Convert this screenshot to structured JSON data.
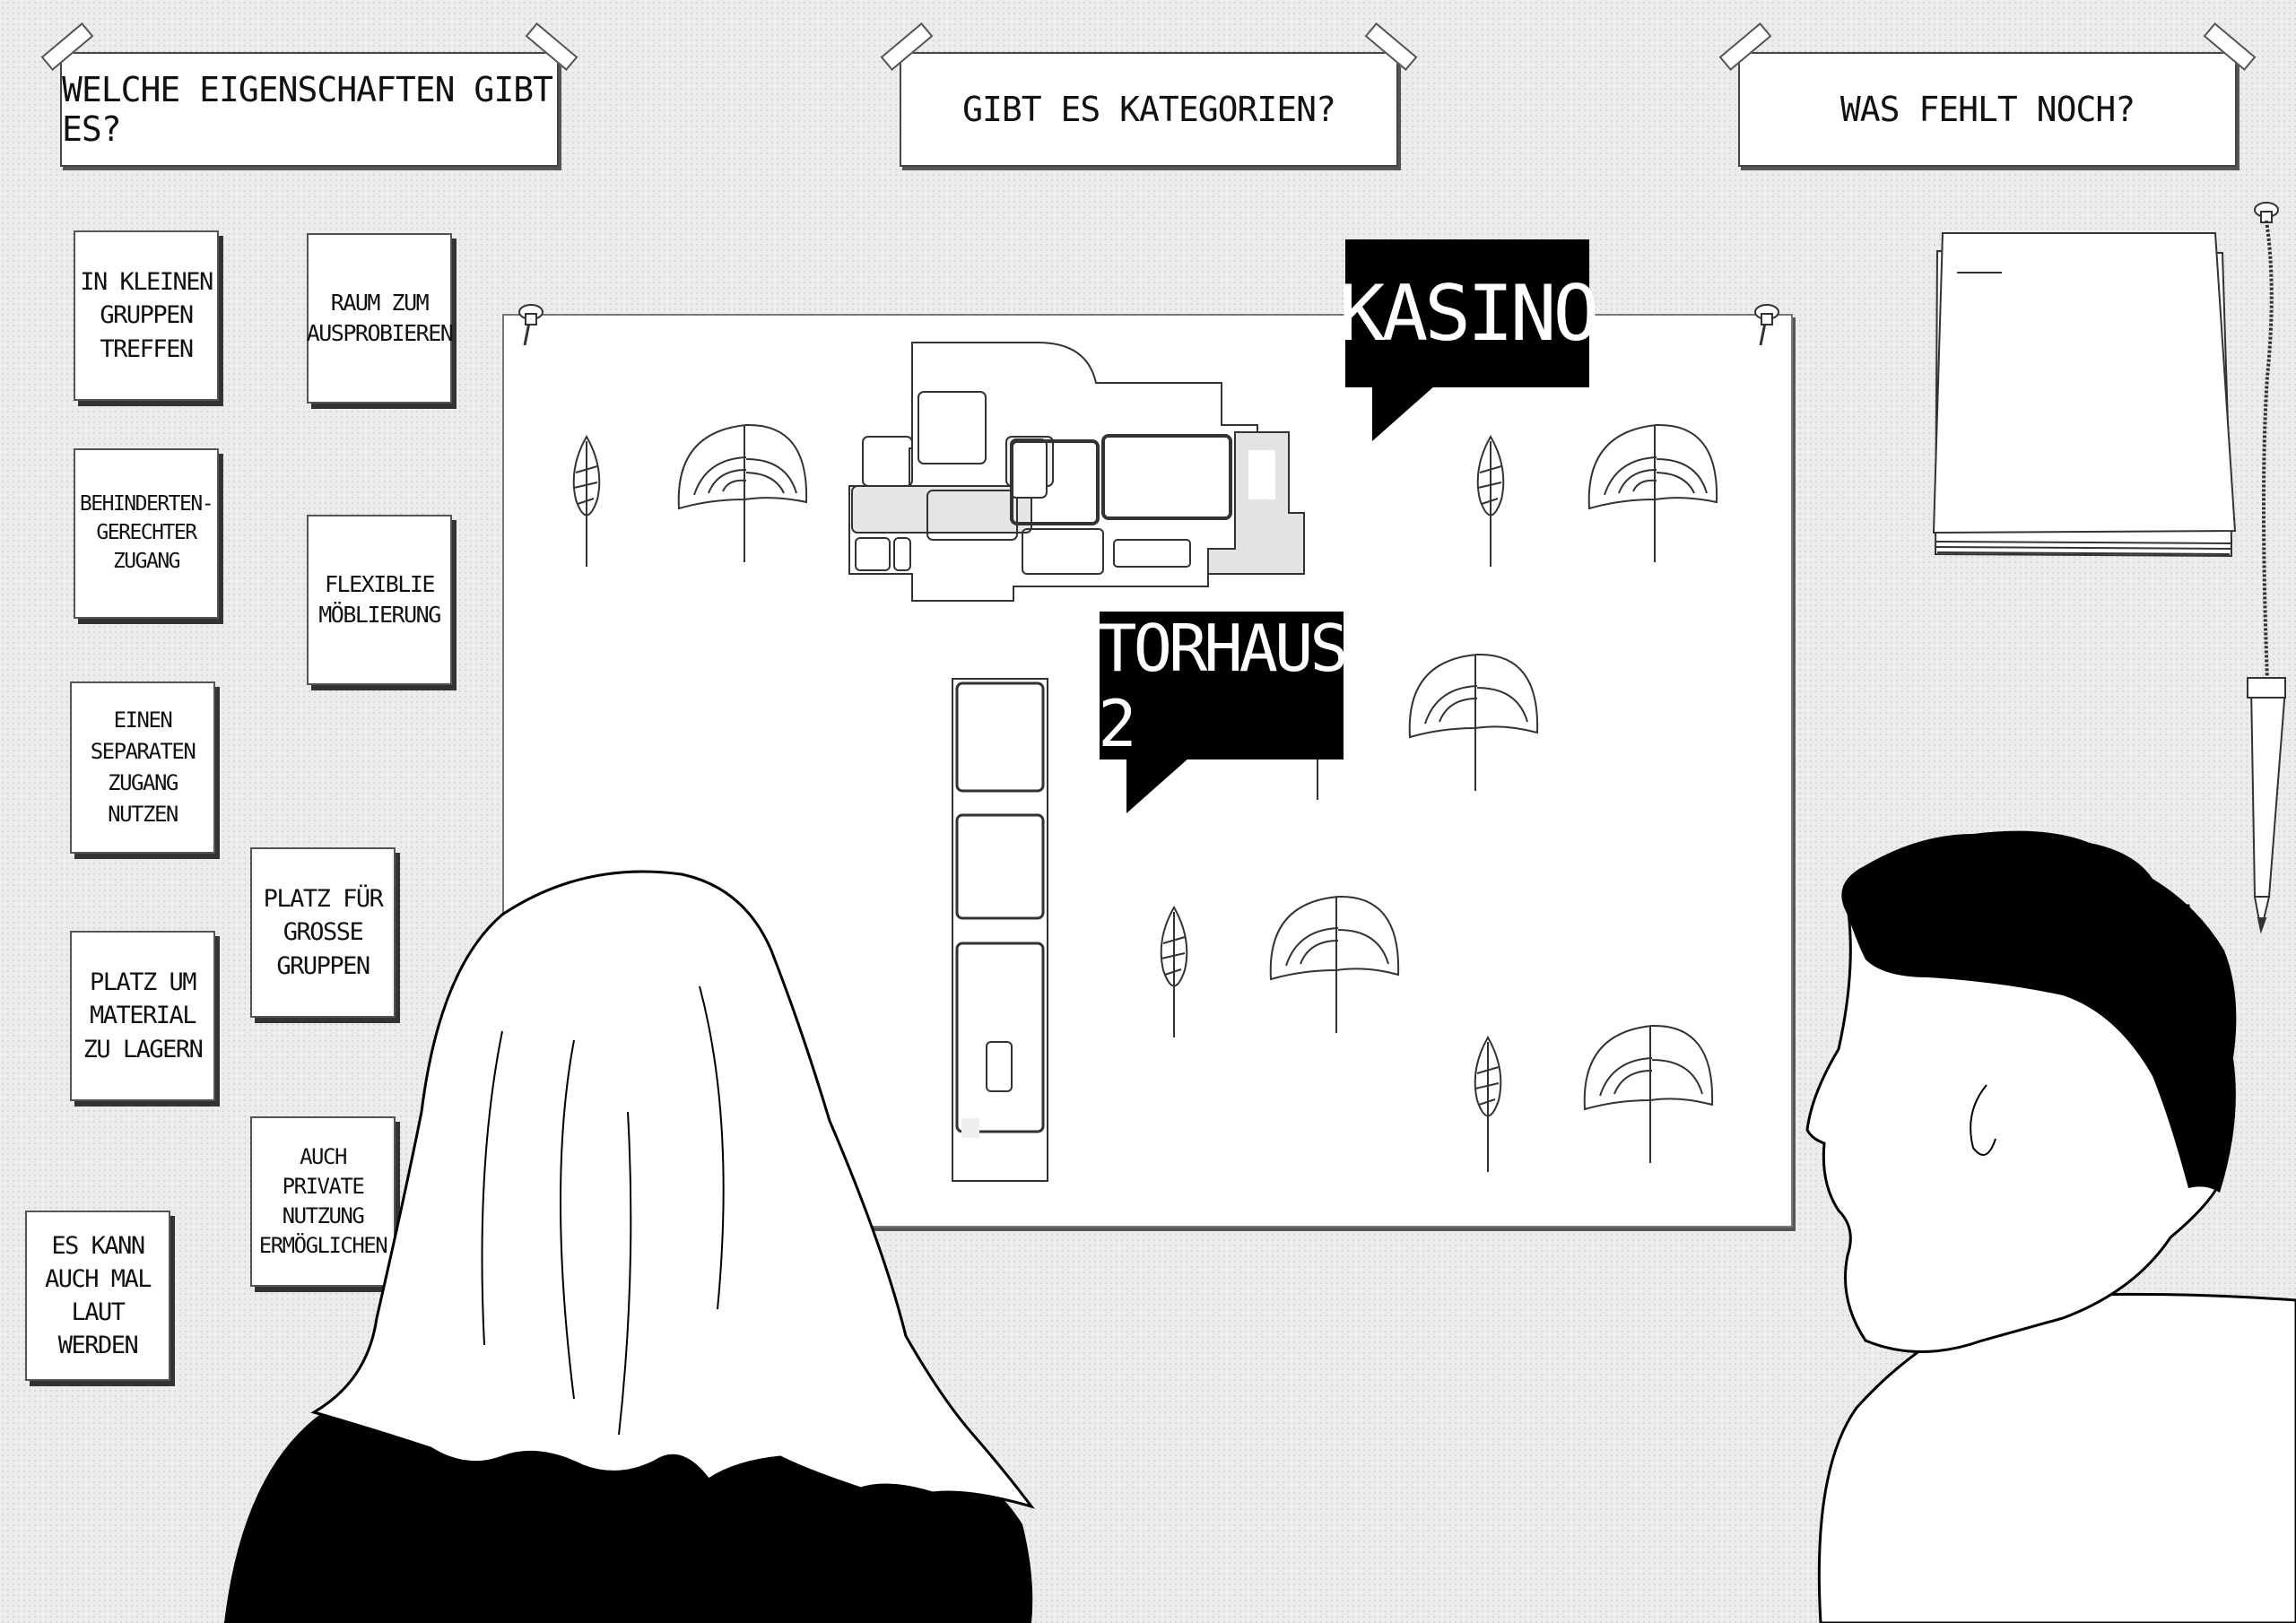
{
  "headers": {
    "properties": "Welche Eigenschaften gibt es?",
    "categories": "Gibt es Kategorien?",
    "missing": "Was fehlt noch?"
  },
  "notes": [
    "In kleinen\nGruppen\ntreffen",
    "Raum zum\nAusprobieren",
    "Behinderten-\ngerechter\nZugang",
    "Flexiblie\nMöblierung",
    "Einen\nseparaten\nZugang\nnutzen",
    "Platz für\ngroße\nGruppen",
    "Platz um\nMaterial\nzu lagern",
    "Auch private\nNutzung\nermöglichen",
    "Es kann\nauch mal\nlaut werden"
  ],
  "labels": {
    "kasino": "Kasino",
    "torhaus": "Torhaus 2"
  },
  "icons": [
    "pushpin-icon",
    "tree-icon",
    "notepad-icon",
    "pencil-icon"
  ],
  "colors": {
    "background": "#ececec",
    "ink": "#000000",
    "paper": "#ffffff"
  }
}
